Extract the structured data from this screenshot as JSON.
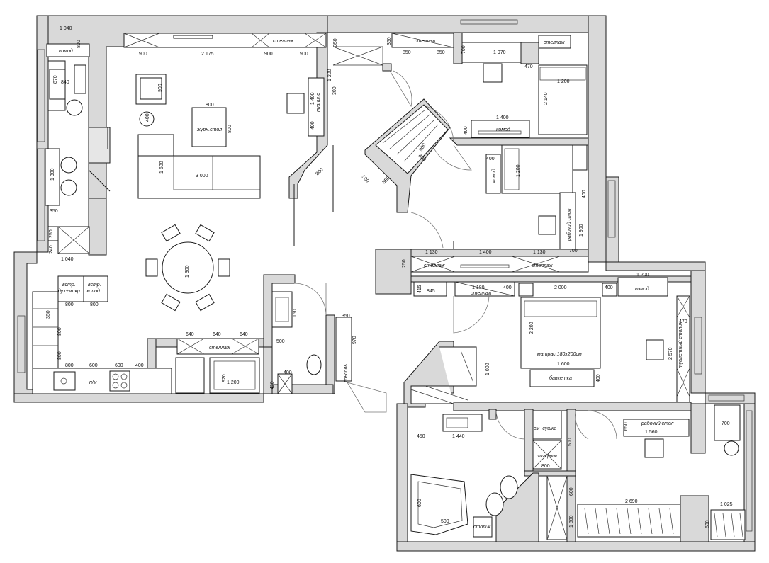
{
  "labels": {
    "komod_a": "комод",
    "komod_b": "комод",
    "komod_c": "комод",
    "komod_d": "комод",
    "stellazh_a": "стеллаж",
    "stellazh_b": "стеллаж",
    "stellazh_c": "стеллаж",
    "stellazh_d": "стеллаж",
    "stellazh_e": "стеллаж",
    "stellazh_f": "стеллаж",
    "stellazh_g": "стеллаж",
    "pianino": "пианино",
    "zhurn_stol": "журн.стол",
    "vstr_dukh_1": "встр.",
    "vstr_dukh_2": "дух+микр.",
    "vstr_holod_1": "встр.",
    "vstr_holod_2": "холод.",
    "pm": "п/м",
    "rabochiy_stol_a": "рабочий стол",
    "rabochiy_stol_b": "рабочий стол",
    "matras": "матрас 180х200см",
    "banketka": "банкетка",
    "tualetniy_stolik": "туалетный столик",
    "konsol": "консоль",
    "sm_sushka": "см+сушка",
    "shkafchik": "шкафчик",
    "stolik": "столик"
  },
  "dims": {
    "d1040a": "1 040",
    "d800a": "800",
    "d870": "870",
    "d840": "840",
    "d1300a": "1 300",
    "d350": "350",
    "d250a": "250",
    "d240": "240",
    "d1040b": "1 040",
    "d900a": "900",
    "d2175": "2 175",
    "d900b": "900",
    "d900c": "900",
    "d350b": "350",
    "d300": "300",
    "d1200a": "1 200",
    "d1400a": "1 400",
    "d400a": "400",
    "d800b": "800",
    "d800c": "800",
    "d900d": "900",
    "d400b": "400",
    "d1600a": "1 600",
    "d3000": "3 000",
    "d1300b": "1 300",
    "d640a": "640",
    "d640b": "640",
    "d640c": "640",
    "d800d": "800",
    "d800e": "800",
    "d800f": "800",
    "d350c": "350",
    "d500a": "500",
    "d800g": "800",
    "d800h": "800",
    "d800i": "800",
    "d600a": "600",
    "d600b": "600",
    "d400c": "400",
    "d500b": "500",
    "d150": "150",
    "d350d": "350",
    "d970": "970",
    "d920": "920",
    "d1200b": "1 200",
    "d420": "420",
    "d400d": "400",
    "d350e": "350",
    "d850a": "850",
    "d850b": "850",
    "d700a": "700",
    "d1970": "1 970",
    "d470": "470",
    "d1200c": "1 200",
    "d2140": "2 140",
    "d1400b": "1 400",
    "d400e": "400",
    "d800j": "800",
    "d400f": "400",
    "d1200d": "1 200",
    "d900e": "900",
    "d350f": "350",
    "d400g": "400",
    "d1900": "1 900",
    "d700b": "700",
    "d250b": "250",
    "d1130a": "1 130",
    "d1400c": "1 400",
    "d1130b": "1 130",
    "d415": "415",
    "d845": "845",
    "d1180": "1 180",
    "d400h": "400",
    "d2000": "2 000",
    "d400i": "400",
    "d1200e": "1 200",
    "d2200": "2 200",
    "d1600b": "1 600",
    "d400j": "400",
    "d1000": "1 000",
    "d470b": "470",
    "d2570": "2 570",
    "d450": "450",
    "d1440": "1 440",
    "d600c": "600",
    "d800k": "800",
    "d500c": "500",
    "d600d": "600",
    "d1800": "1 800",
    "d2690": "2 690",
    "d500d": "500",
    "d650": "650",
    "d1560": "1 560",
    "d700c": "700",
    "d1025": "1 025",
    "d600e": "600"
  }
}
